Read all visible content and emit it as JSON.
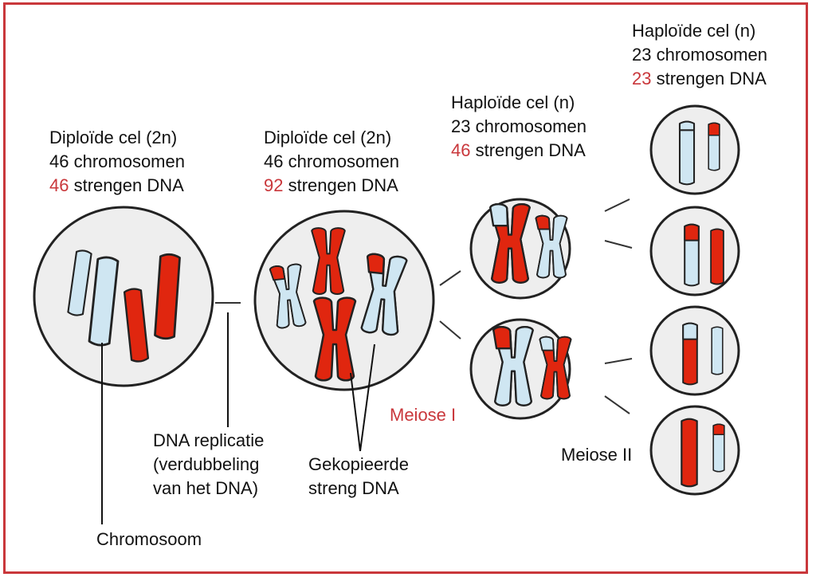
{
  "colors": {
    "border": "#c9373b",
    "accent_text": "#c9373b",
    "chromosome_red": "#e0260f",
    "chromosome_blue": "#cfe6f2",
    "cell_fill": "#eeeeee",
    "outline": "#222222"
  },
  "stages": [
    {
      "line1": "Diploïde cel (2n)",
      "line2": "46 chromosomen",
      "strand_count": "46",
      "strand_text": " strengen DNA"
    },
    {
      "line1": "Diploïde cel (2n)",
      "line2": "46 chromosomen",
      "strand_count": "92",
      "strand_text": " strengen DNA"
    },
    {
      "line1": "Haploïde cel (n)",
      "line2": "23 chromosomen",
      "strand_count": "46",
      "strand_text": " strengen DNA"
    },
    {
      "line1": "Haploïde cel (n)",
      "line2": "23 chromosomen",
      "strand_count": "23",
      "strand_text": " strengen DNA"
    }
  ],
  "annotations": {
    "chromosome": "Chromosoom",
    "replication_line1": "DNA replicatie",
    "replication_line2": "(verdubbeling",
    "replication_line3": "van het DNA)",
    "copied_line1": "Gekopieerde",
    "copied_line2": "streng DNA",
    "meiosis1": "Meiose I",
    "meiosis2": "Meiose II"
  }
}
